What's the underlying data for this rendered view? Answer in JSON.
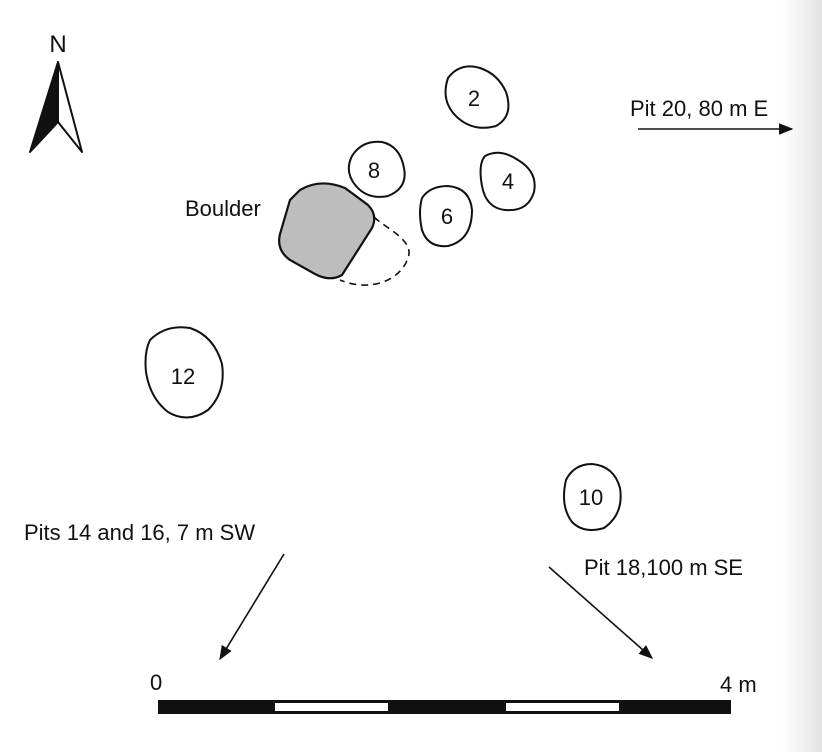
{
  "north_label": "N",
  "boulder_label": "Boulder",
  "pits": [
    {
      "id": "pit-2",
      "label": "2"
    },
    {
      "id": "pit-4",
      "label": "4"
    },
    {
      "id": "pit-6",
      "label": "6"
    },
    {
      "id": "pit-8",
      "label": "8"
    },
    {
      "id": "pit-10",
      "label": "10"
    },
    {
      "id": "pit-12",
      "label": "12"
    }
  ],
  "annotations": {
    "east": "Pit 20, 80 m E",
    "southwest": "Pits 14 and 16, 7 m SW",
    "southeast": "Pit 18,100 m SE"
  },
  "scale_bar": {
    "start_label": "0",
    "end_label": "4 m"
  },
  "colors": {
    "ink": "#111111",
    "boulder_fill": "#bdbdbd",
    "paper": "#ffffff"
  }
}
